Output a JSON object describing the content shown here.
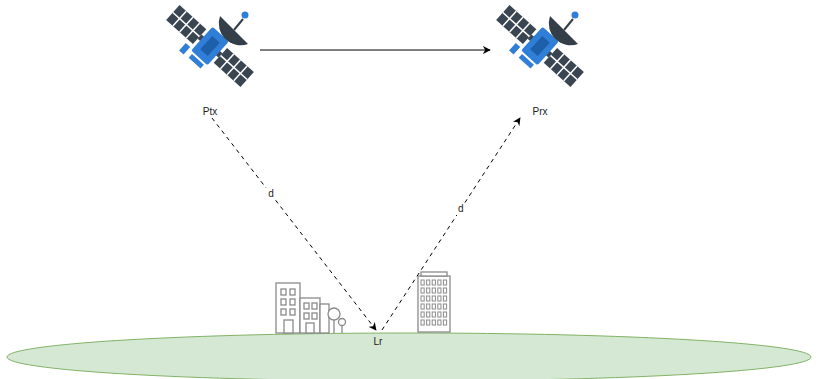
{
  "diagram": {
    "nodes": [
      {
        "text": [
          "Ptx"
        ]
      },
      {
        "text": [
          "Prx"
        ]
      },
      {
        "text": [
          "Lr"
        ]
      }
    ],
    "edges": [
      {
        "from": 0,
        "to": 1,
        "arrow": "to"
      },
      {
        "from": 0,
        "to": 2,
        "label": "d",
        "arrow": "to"
      },
      {
        "from": 2,
        "to": 1,
        "label": "d",
        "arrow": "to"
      }
    ]
  }
}
